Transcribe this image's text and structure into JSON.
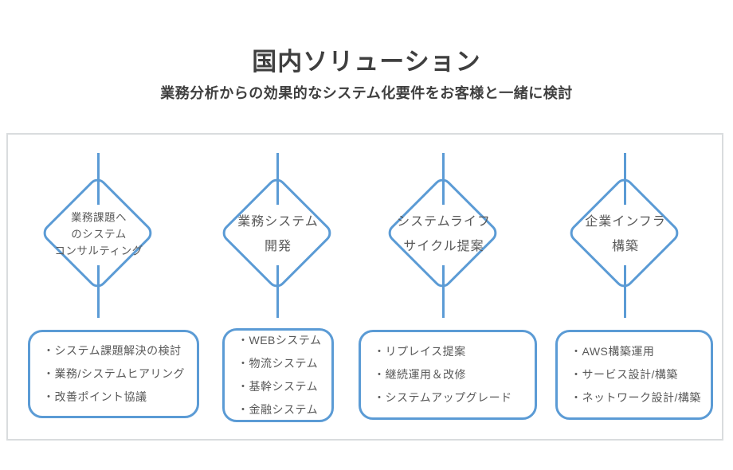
{
  "header": {
    "title": "国内ソリューション",
    "subtitle": "業務分析からの効果的なシステム化要件をお客様と一緒に検討"
  },
  "colors": {
    "accent_blue": "#5b9bd5",
    "text_gray": "#595959",
    "title_gray": "#3f3f3f",
    "panel_border": "#d9dcde"
  },
  "columns": [
    {
      "diamond_label": "業務課題へ\nのシステム\nコンサルティング",
      "items": [
        "・システム課題解決の検討",
        "・業務/システムヒアリング",
        "・改善ポイント協議"
      ]
    },
    {
      "diamond_label": "業務システム\n開発",
      "items": [
        "・WEBシステム",
        "・物流システム",
        "・基幹システム",
        "・金融システム"
      ]
    },
    {
      "diamond_label": "システムライフ\nサイクル提案",
      "items": [
        "・リプレイス提案",
        "・継続運用＆改修",
        "・システムアップグレード"
      ]
    },
    {
      "diamond_label": "企業インフラ\n構築",
      "items": [
        "・AWS構築運用",
        "・サービス設計/構築",
        "・ネットワーク設計/構築"
      ]
    }
  ]
}
